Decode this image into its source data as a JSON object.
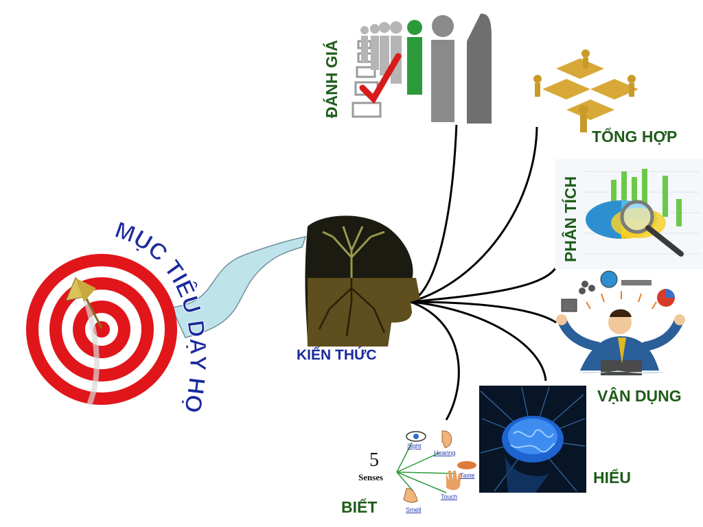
{
  "title": "MỤC TIÊU DẠY HỌC",
  "center": "KIẾN THỨC",
  "nodes": {
    "danh_gia": "ĐÁNH GIÁ",
    "tong_hop": "TỔNG HỢP",
    "phan_tich": "PHÂN TÍCH",
    "van_dung": "VẬN DỤNG",
    "hieu": "HIỂU",
    "biet": "BIẾT"
  },
  "senses": {
    "count": "5",
    "word": "Senses",
    "items": [
      "Sight",
      "Hearing",
      "Taste",
      "Touch",
      "Smell"
    ]
  },
  "colors": {
    "green_label": "#1f5c1a",
    "blue_label": "#1a2a9c",
    "target_red": "#e0161b",
    "ribbon": "#bfe3ea"
  }
}
